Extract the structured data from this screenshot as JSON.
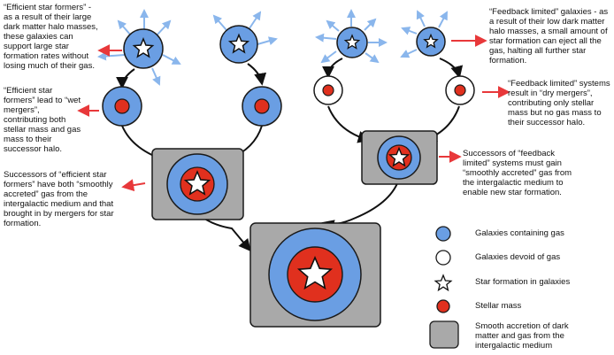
{
  "colors": {
    "gas_blue": "#6a9ee3",
    "stellar_red": "#e0301e",
    "halo_gray": "#a9a9a9",
    "outflow_arrow": "#8ab6ec",
    "annotation_arrow": "#e8383a",
    "outline": "#1a1a1a"
  },
  "annotations": {
    "efficient_formers": "“Efficient star formers” - as a result of their large dark matter halo masses, these galaxies can support large star formation rates without losing much of their gas.",
    "efficient_wet_mergers": "“Efficient star formers” lead to “wet mergers”, contributing both stellar mass and gas mass to their successor halo.",
    "efficient_successors": "Successors of “efficient star formers” have both “smoothly accreted” gas from the intergalactic medium and that brought in by mergers for star formation.",
    "feedback_limited": "“Feedback limited” galaxies - as a result of their low dark matter halo masses, a small amount of star formation can eject all the gas, halting all further star formation.",
    "feedback_dry_mergers": "“Feedback limited” systems result in “dry mergers”, contributing only stellar mass but no gas mass to their successor halo.",
    "feedback_successors": "Successors of “feedback limited” systems must gain “smoothly accreted” gas from the intergalactic medium to enable new star formation."
  },
  "legend": [
    {
      "icon": "blue-circle-icon",
      "label": "Galaxies containing gas"
    },
    {
      "icon": "white-circle-icon",
      "label": "Galaxies devoid of gas"
    },
    {
      "icon": "star-icon",
      "label": "Star formation in galaxies"
    },
    {
      "icon": "red-dot-icon",
      "label": "Stellar mass"
    },
    {
      "icon": "gray-box-icon",
      "label": "Smooth accretion of dark matter and gas from the intergalactic medium"
    }
  ]
}
